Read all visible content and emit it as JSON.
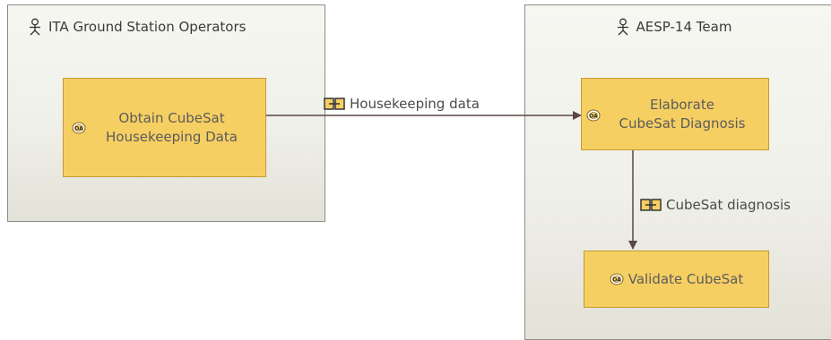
{
  "actors": [
    {
      "name": "ITA Ground Station Operators",
      "icon": "actor-icon"
    },
    {
      "name": "AESP-14 Team",
      "icon": "actor-icon"
    }
  ],
  "functions": {
    "obtain": {
      "line1": "Obtain CubeSat",
      "line2": "Housekeeping Data",
      "icon": "operational-activity-icon"
    },
    "elaborate": {
      "line1": "Elaborate",
      "line2": "CubeSat Diagnosis",
      "icon": "operational-activity-icon"
    },
    "validate": {
      "label": "Validate CubeSat",
      "icon": "operational-activity-icon"
    }
  },
  "exchanges": {
    "housekeeping": {
      "label": "Housekeeping data",
      "icon": "interaction-icon"
    },
    "diagnosis": {
      "label": "CubeSat diagnosis",
      "icon": "interaction-icon"
    }
  },
  "colors": {
    "function_fill": "#f6cf63",
    "function_border": "#c79a2c",
    "connector": "#5a4646",
    "actor_border": "#8c8c8c"
  }
}
